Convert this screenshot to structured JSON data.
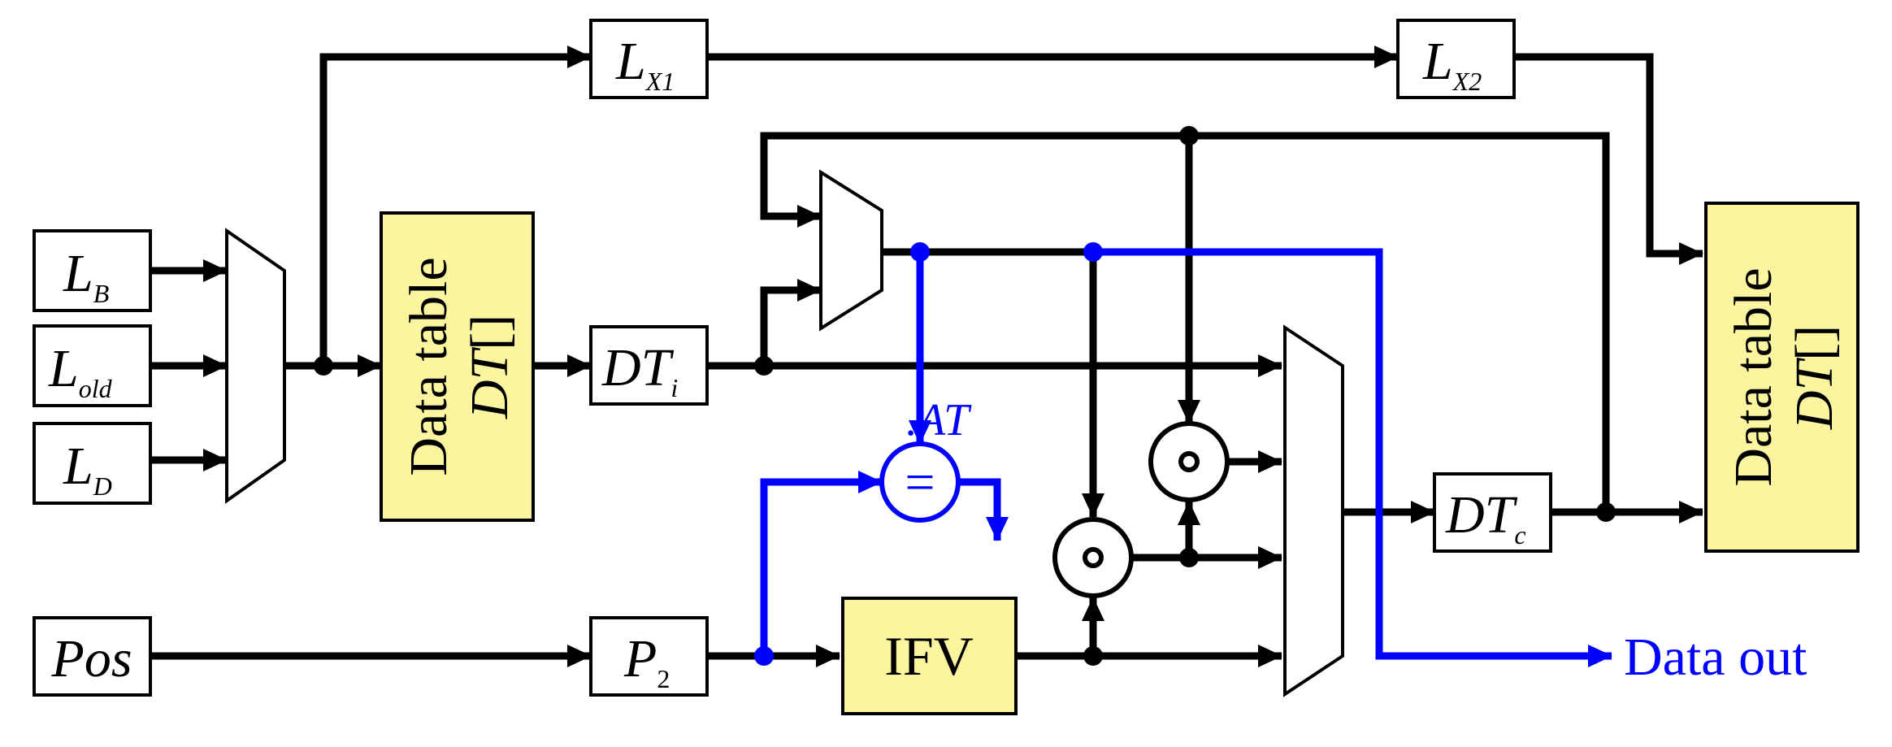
{
  "registers": {
    "lb": {
      "main": "L",
      "sub": "B"
    },
    "lold": {
      "main": "L",
      "sub": "old"
    },
    "ld": {
      "main": "L",
      "sub": "D"
    },
    "pos": {
      "main": "Pos"
    },
    "lx1": {
      "main": "L",
      "sub": "X1"
    },
    "lx2": {
      "main": "L",
      "sub": "X2"
    },
    "dti": {
      "main": "DT",
      "sub": "i"
    },
    "dtc": {
      "main": "DT",
      "sub": "c"
    },
    "p2": {
      "main": "P",
      "sub": "2"
    }
  },
  "data_table_left": {
    "line1": "Data table",
    "line2_main": "DT",
    "line2_suffix": "[]"
  },
  "data_table_right": {
    "line1": "Data table",
    "line2_main": "DT",
    "line2_suffix": "[]"
  },
  "ifv_label": "IFV",
  "compare": {
    "symbol": "=",
    "label": ".AT"
  },
  "data_out_label": "Data out",
  "colors": {
    "black": "#000000",
    "blue": "#0000ff",
    "yellow": "#fbf59f"
  }
}
